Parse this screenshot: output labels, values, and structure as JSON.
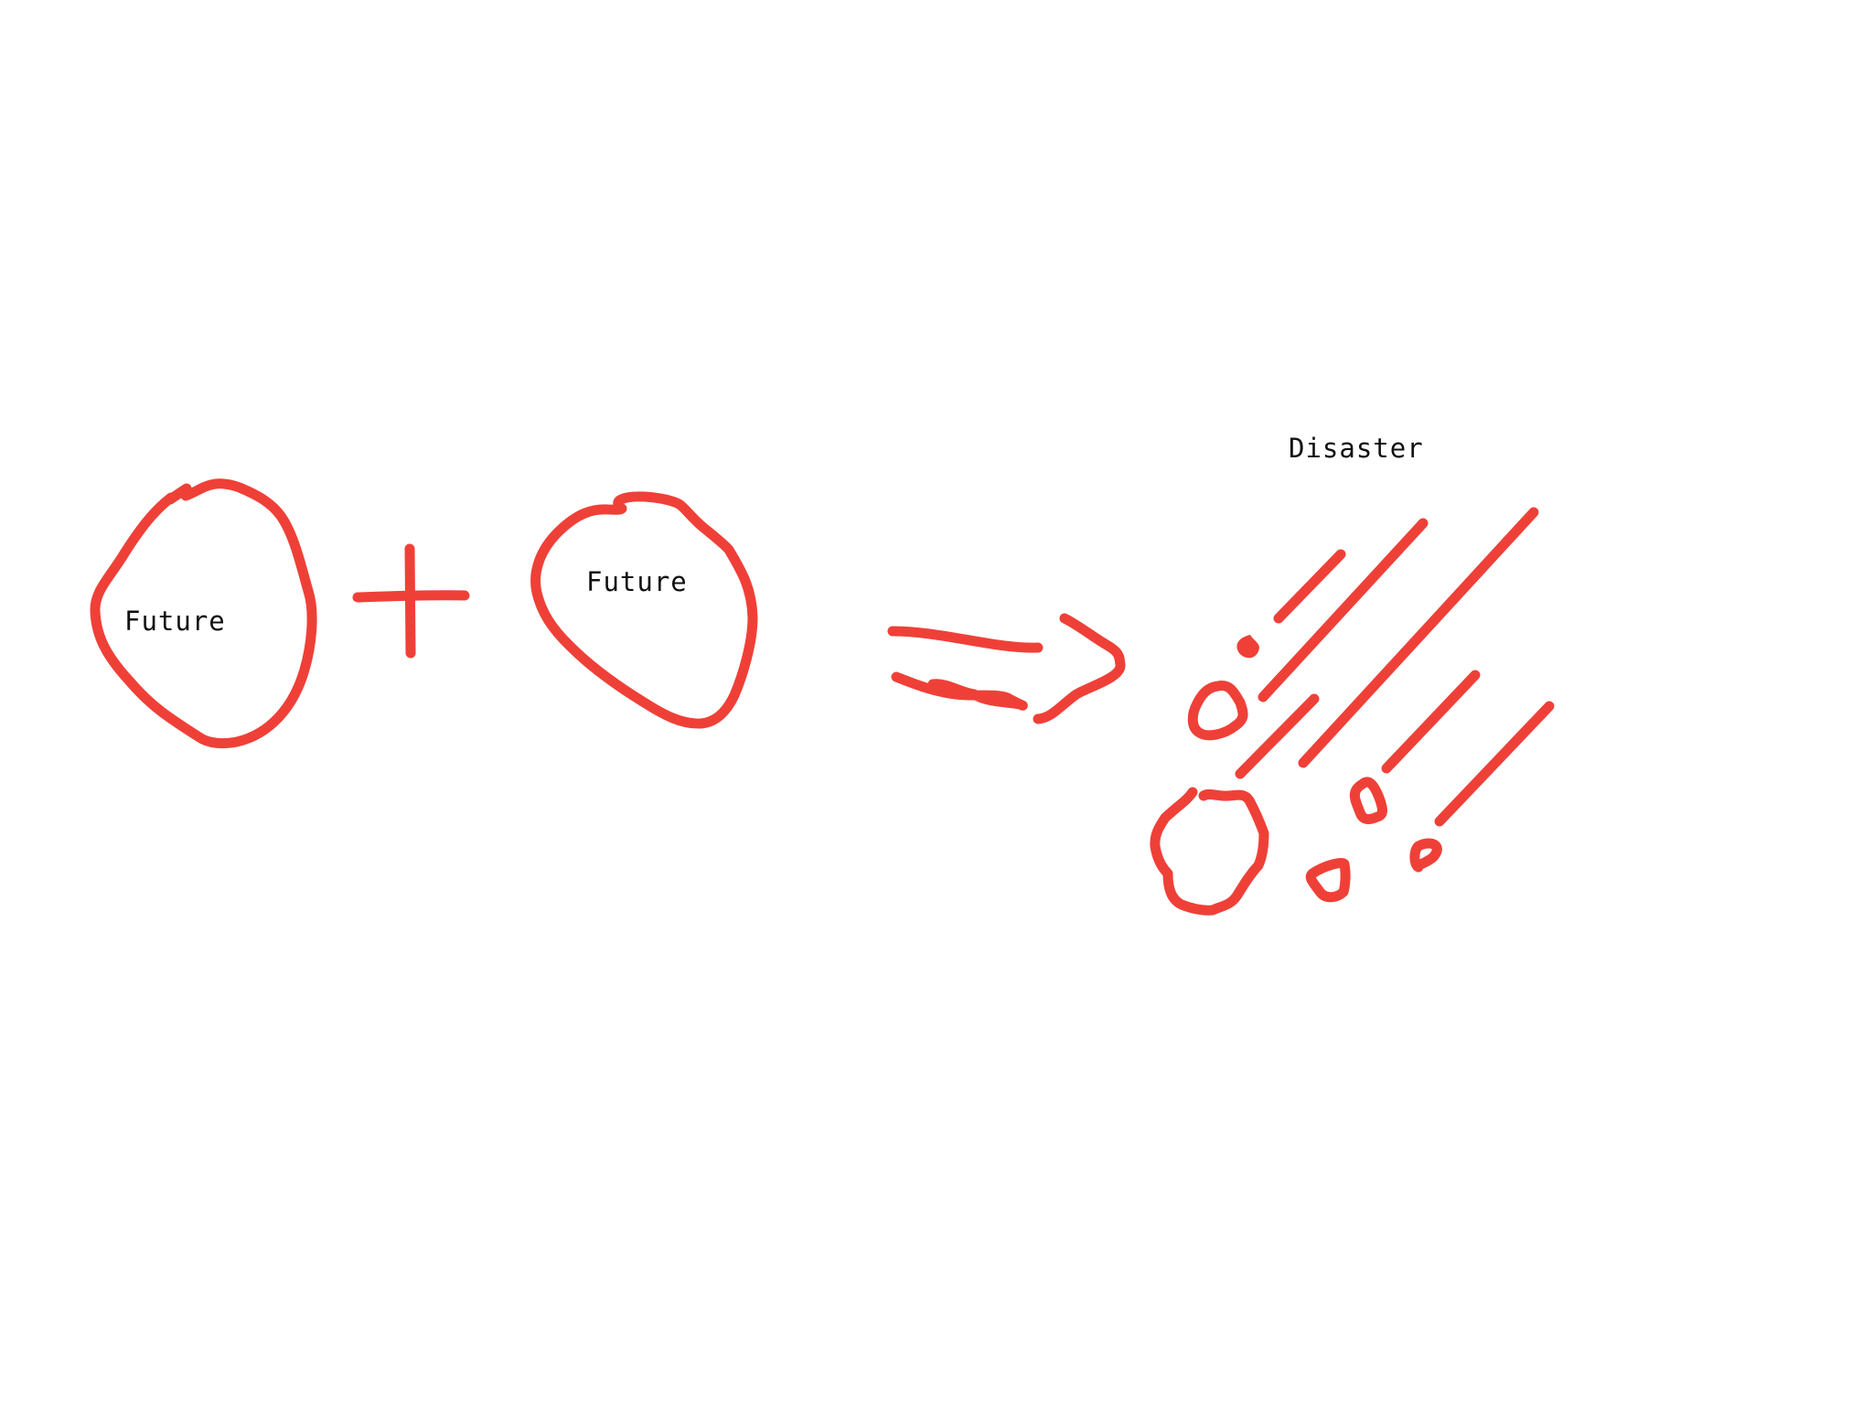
{
  "stroke_color": "#ef4038",
  "text_color": "#111111",
  "labels": {
    "future_1": "Future",
    "future_2": "Future",
    "disaster": "Disaster"
  }
}
